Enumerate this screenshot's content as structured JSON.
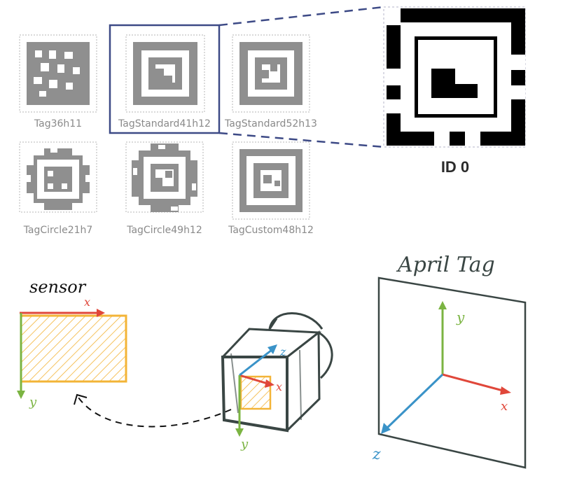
{
  "families": [
    {
      "label": "Tag36h11"
    },
    {
      "label": "TagStandard41h12"
    },
    {
      "label": "TagStandard52h13"
    },
    {
      "label": "TagCircle21h7"
    },
    {
      "label": "TagCircle49h12"
    },
    {
      "label": "TagCustom48h12"
    }
  ],
  "selected_family": "TagStandard41h12",
  "zoom": {
    "id_label": "ID 0"
  },
  "sensor": {
    "title": "sensor",
    "x_label": "x",
    "y_label": "y"
  },
  "camera": {
    "x_label": "x",
    "y_label": "y",
    "z_label": "z"
  },
  "apriltag": {
    "title": "April Tag",
    "x_label": "x",
    "y_label": "y",
    "z_label": "z"
  },
  "colors": {
    "tag_gray": "#8f8f8f",
    "tag_black": "#000000",
    "highlight": "#3d4a86",
    "axis_x": "#e0473a",
    "axis_y": "#7bb442",
    "axis_z": "#3a93c8",
    "sensor_fill": "#f3b437",
    "sketch": "#3a4644"
  }
}
